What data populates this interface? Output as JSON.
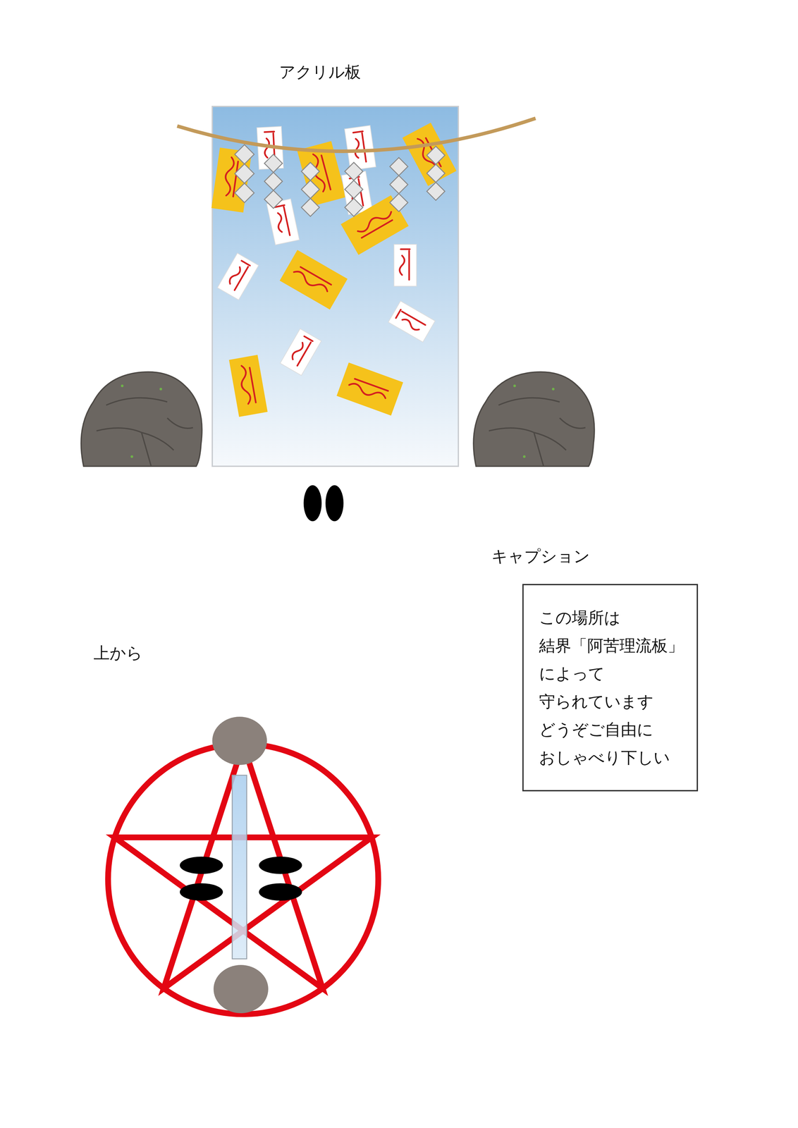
{
  "diagram": {
    "nodes": [
      {
        "text": [
          "キャプション",
          "この場所は 結界「阿苦理流板」 によって 守られています どうぞご自由に おしゃべり下しい"
        ]
      }
    ],
    "labels": [
      "アクリル板",
      "上から"
    ]
  }
}
